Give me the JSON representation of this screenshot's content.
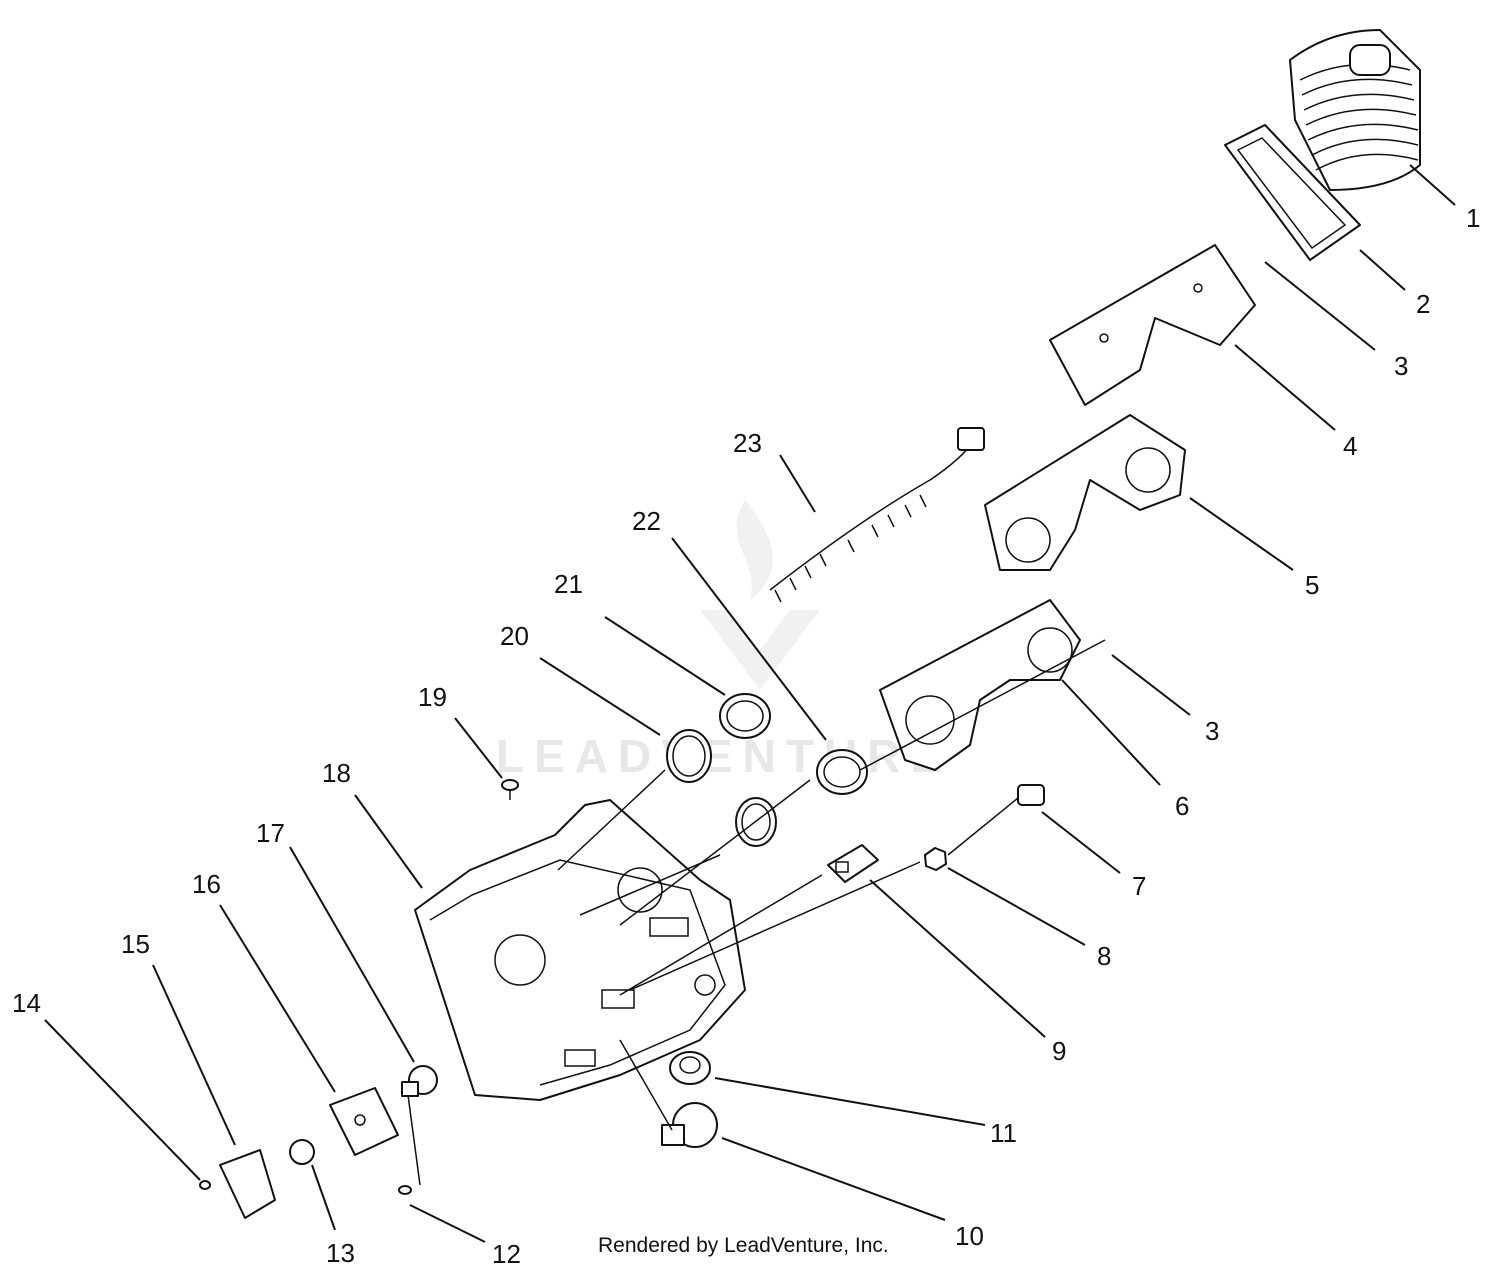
{
  "diagram": {
    "watermark": "LEADVENTURE",
    "footer": "Rendered by LeadVenture, Inc.",
    "callouts": [
      "1",
      "2",
      "3",
      "4",
      "5",
      "23",
      "22",
      "21",
      "20",
      "3",
      "6",
      "19",
      "18",
      "7",
      "17",
      "8",
      "16",
      "9",
      "15",
      "14",
      "11",
      "13",
      "12",
      "10"
    ]
  }
}
